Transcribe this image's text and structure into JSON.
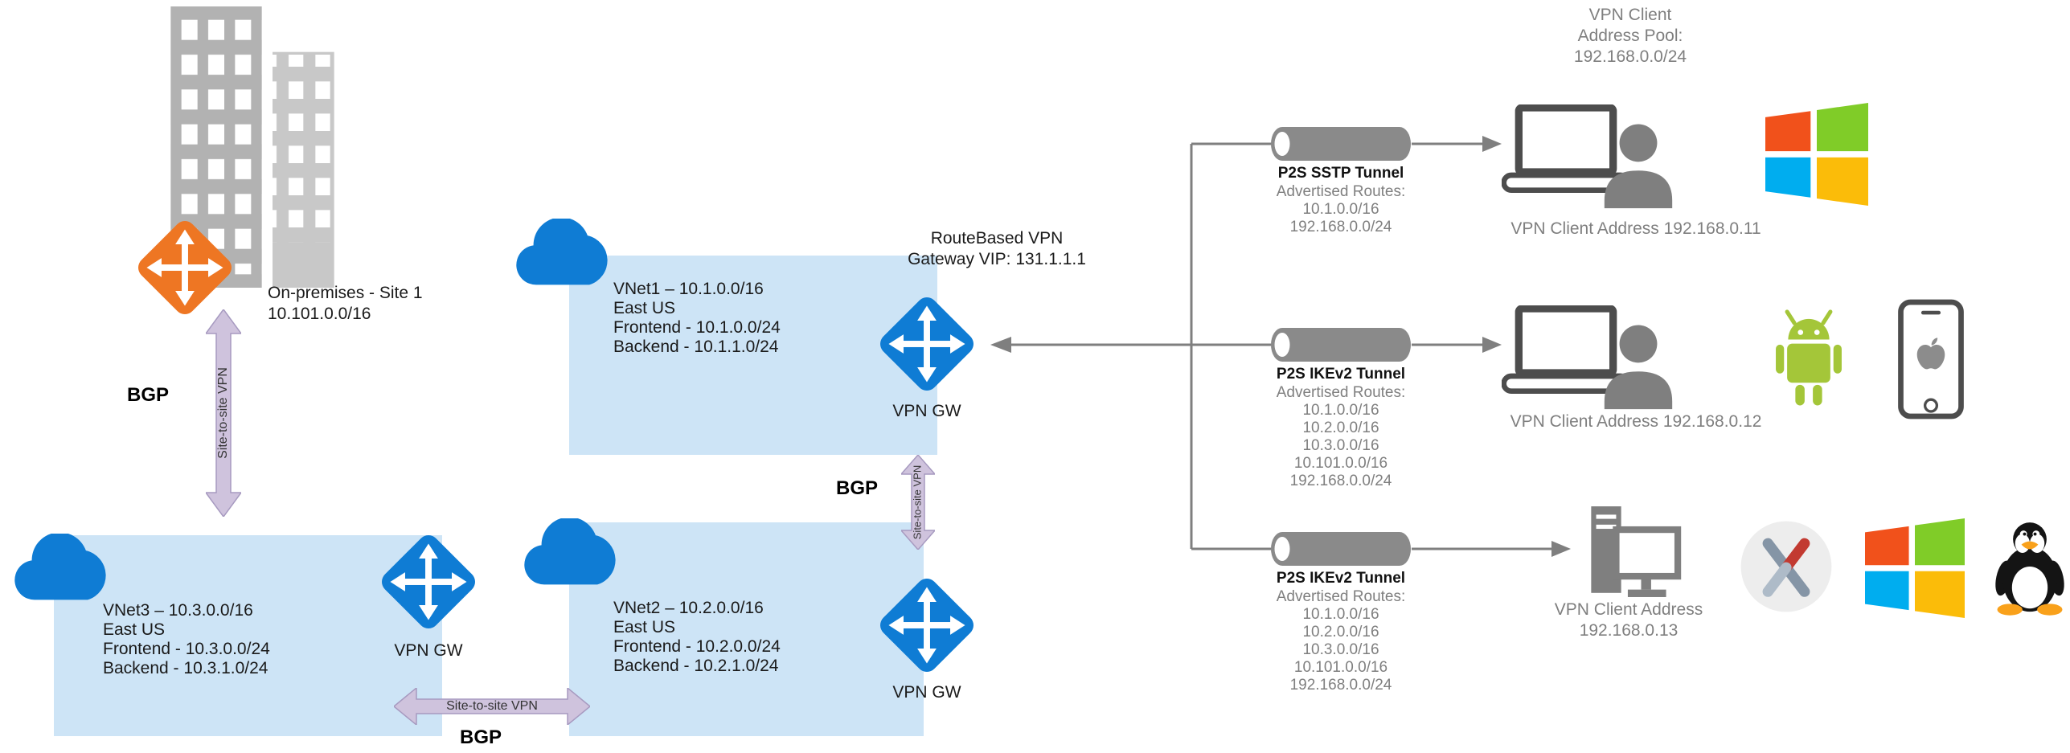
{
  "colors": {
    "azure_blue": "#0f7cd4",
    "vnet_box_blue": "#cde4f6",
    "onprem_orange": "#ee7623",
    "lavender_arrow": "#cfc3dd",
    "gray_text": "#7f7f7f",
    "connector_gray": "#7f7f7f",
    "tunnel_gray": "#8a8a8a"
  },
  "onprem": {
    "title": "On-premises - Site 1",
    "subnet": "10.101.0.0/16"
  },
  "labels": {
    "bgp": "BGP",
    "site_to_site": "Site-to-site VPN",
    "vpn_gw": "VPN GW",
    "route_based_line1": "RouteBased VPN",
    "route_based_line2": "Gateway VIP: 131.1.1.1"
  },
  "address_pool": {
    "line1": "VPN Client",
    "line2": "Address Pool:",
    "line3": "192.168.0.0/24"
  },
  "vnets": [
    {
      "cidr": "VNet1 – 10.1.0.0/16",
      "region": "East US",
      "frontend": "Frontend - 10.1.0.0/24",
      "backend": "Backend - 10.1.1.0/24"
    },
    {
      "cidr": "VNet2 – 10.2.0.0/16",
      "region": "East US",
      "frontend": "Frontend - 10.2.0.0/24",
      "backend": "Backend - 10.2.1.0/24"
    },
    {
      "cidr": "VNet3 – 10.3.0.0/16",
      "region": "East US",
      "frontend": "Frontend - 10.3.0.0/24",
      "backend": "Backend - 10.3.1.0/24"
    }
  ],
  "tunnels": [
    {
      "title": "P2S SSTP Tunnel",
      "advertised": "Advertised Routes:",
      "routes": [
        "10.1.0.0/16",
        "192.168.0.0/24"
      ]
    },
    {
      "title": "P2S IKEv2 Tunnel",
      "advertised": "Advertised Routes:",
      "routes": [
        "10.1.0.0/16",
        "10.2.0.0/16",
        "10.3.0.0/16",
        "10.101.0.0/16",
        "192.168.0.0/24"
      ]
    },
    {
      "title": "P2S IKEv2 Tunnel",
      "advertised": "Advertised Routes:",
      "routes": [
        "10.1.0.0/16",
        "10.2.0.0/16",
        "10.3.0.0/16",
        "10.101.0.0/16",
        "192.168.0.0/24"
      ]
    }
  ],
  "clients": [
    {
      "address": "VPN Client Address 192.168.0.11"
    },
    {
      "address": "VPN Client Address 192.168.0.12"
    },
    {
      "address_line1": "VPN Client Address",
      "address_line2": "192.168.0.13"
    }
  ]
}
